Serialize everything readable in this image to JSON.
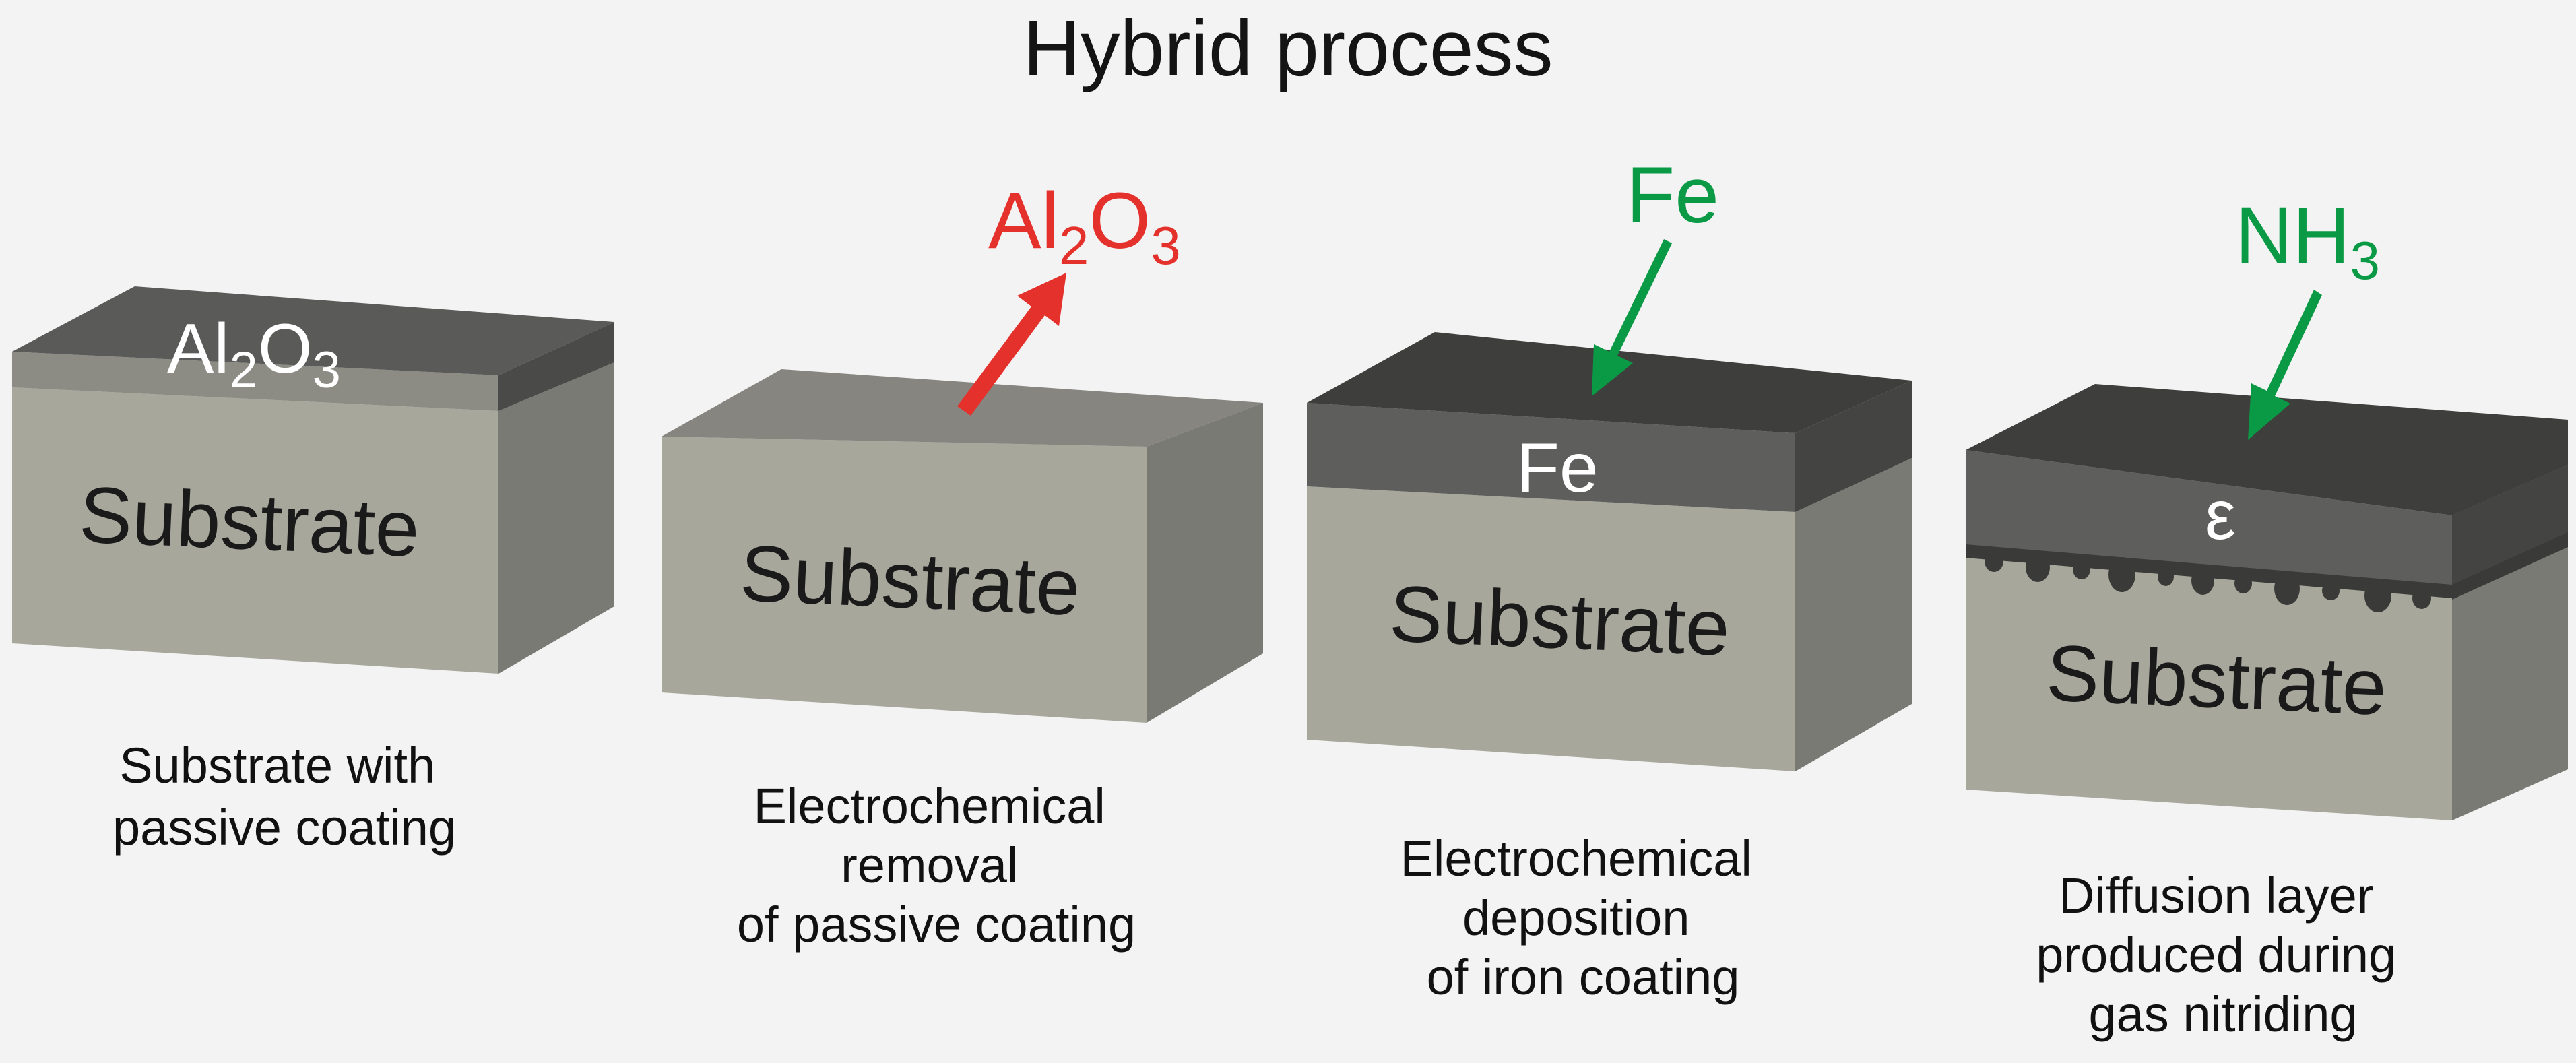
{
  "title": "Hybrid process",
  "colors": {
    "removal_arrow": "#e4312b",
    "deposition_arrow": "#0a9a45",
    "substrate_front": "#a7a79c",
    "substrate_side": "#7a7a74",
    "coating_top": "#5a5a58",
    "fe_layer": "#5e5e5c",
    "background": "#f3f3f3"
  },
  "stages": [
    {
      "substrate_label": "Substrate",
      "layer": {
        "label": "Al",
        "sub1": "2",
        "mid": "O",
        "sub2": "3"
      },
      "caption": [
        "Substrate with",
        "passive coating"
      ]
    },
    {
      "substrate_label": "Substrate",
      "arrow": {
        "direction": "up",
        "label": "Al",
        "sub1": "2",
        "mid": "O",
        "sub2": "3"
      },
      "caption": [
        "Electrochemical",
        "removal",
        "of passive coating"
      ]
    },
    {
      "substrate_label": "Substrate",
      "layer": {
        "label": "Fe"
      },
      "arrow": {
        "direction": "down",
        "label": "Fe"
      },
      "caption": [
        "Electrochemical",
        "deposition",
        "of iron coating"
      ]
    },
    {
      "substrate_label": "Substrate",
      "layer": {
        "label": "ε"
      },
      "arrow": {
        "direction": "down",
        "label": "NH",
        "sub1": "3"
      },
      "caption": [
        "Diffusion layer",
        "produced during",
        "gas nitriding"
      ]
    }
  ]
}
